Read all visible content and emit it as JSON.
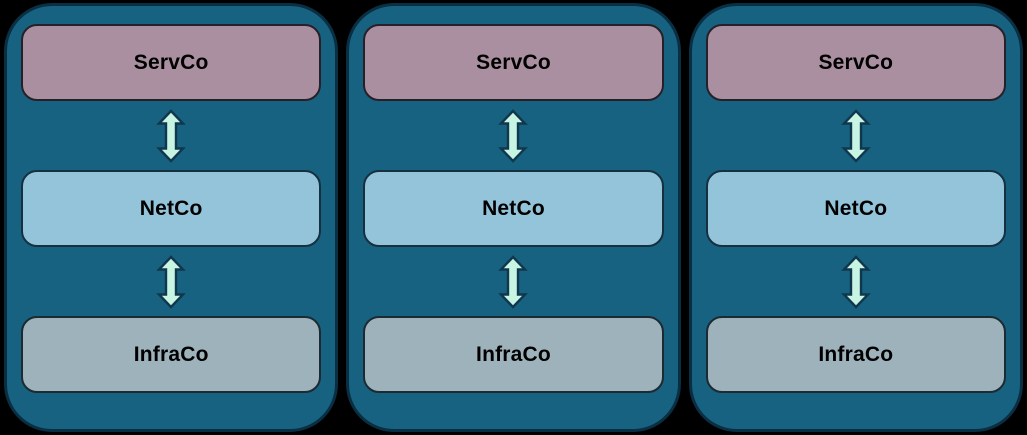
{
  "diagram": {
    "description": "Three identical telecom structural-separation stacks, each showing ServCo, NetCo and InfraCo layers linked by bidirectional arrows",
    "colors": {
      "page_background": "#000000",
      "panel_fill": "#176181",
      "panel_border": "#0a2e42",
      "servco_fill": "#a98fa0",
      "netco_fill": "#93c4da",
      "infraco_fill": "#9eb2bc",
      "arrow_fill": "#c8f4e4",
      "arrow_stroke": "#11374d",
      "label_text": "#000000"
    },
    "icons": {
      "connector": "up-down-arrow-icon"
    },
    "panels": [
      {
        "layers": [
          {
            "label": "ServCo"
          },
          {
            "label": "NetCo"
          },
          {
            "label": "InfraCo"
          }
        ]
      },
      {
        "layers": [
          {
            "label": "ServCo"
          },
          {
            "label": "NetCo"
          },
          {
            "label": "InfraCo"
          }
        ]
      },
      {
        "layers": [
          {
            "label": "ServCo"
          },
          {
            "label": "NetCo"
          },
          {
            "label": "InfraCo"
          }
        ]
      }
    ]
  }
}
